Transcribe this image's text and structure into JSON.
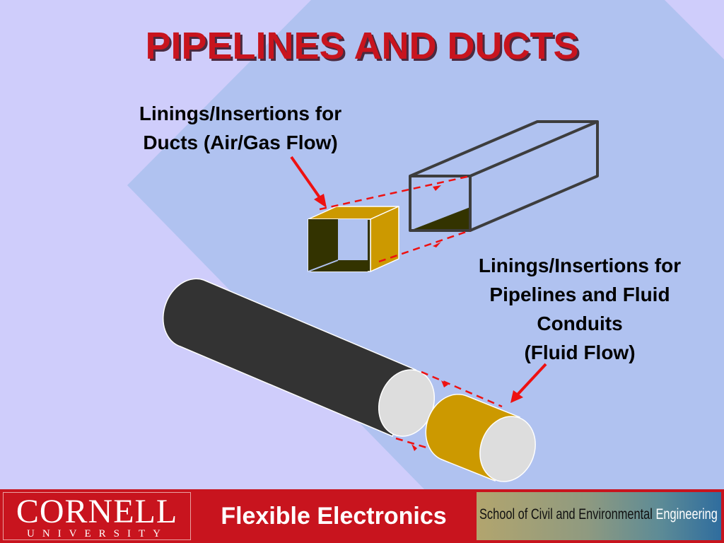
{
  "slide": {
    "title": "PIPELINES AND DUCTS"
  },
  "labels": {
    "ducts_line1": "Linings/Insertions for",
    "ducts_line2": "Ducts (Air/Gas Flow)",
    "pipes_line1": "Linings/Insertions for",
    "pipes_line2": "Pipelines and Fluid",
    "pipes_line3": "Conduits",
    "pipes_line4": "(Fluid Flow)"
  },
  "footer": {
    "logo_word": "CORNELL",
    "logo_sub": "UNIVERSITY",
    "title": "Flexible Electronics",
    "school_main": "School of Civil and Environmental ",
    "school_accent": "Engineering"
  },
  "colors": {
    "background": "#cfcdfb",
    "diamond": "#b0c2f0",
    "title": "#c8141e",
    "footer": "#c8141e",
    "liner_gold": "#cc9900",
    "liner_dark": "#333300",
    "pipe": "#333333",
    "pipe_face": "#dddddd",
    "arrow": "#ee1111"
  }
}
